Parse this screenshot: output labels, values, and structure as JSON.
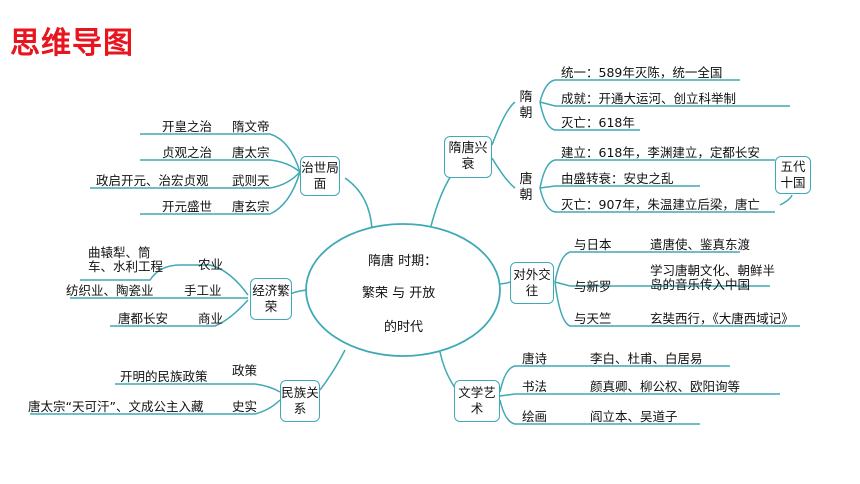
{
  "title": "思维导图",
  "center": {
    "line1": "隋唐 时期：",
    "line2": "繁荣 与 开放",
    "line3": "的时代"
  },
  "zhishi": {
    "label": "治世局面",
    "items": [
      {
        "name": "开皇之治",
        "ruler": "隋文帝"
      },
      {
        "name": "贞观之治",
        "ruler": "唐太宗"
      },
      {
        "name": "政启开元、治宏贞观",
        "ruler": "武则天"
      },
      {
        "name": "开元盛世",
        "ruler": "唐玄宗"
      }
    ]
  },
  "suitang": {
    "label": "隋唐兴衰",
    "sui_label": "隋朝",
    "sui_items": [
      "统一：589年灭陈，统一全国",
      "成就：开通大运河、创立科举制",
      "灭亡：618年"
    ],
    "tang_label": "唐朝",
    "tang_items": [
      "建立：618年，李渊建立，定都长安",
      "由盛转衰：安史之乱",
      "灭亡：907年，朱温建立后梁，唐亡"
    ],
    "wudai": "五代十国"
  },
  "jingji": {
    "label": "经济繁荣",
    "items": [
      {
        "detail": "曲辕犁、筒车、水利工程",
        "sector": "农业"
      },
      {
        "detail": "纺织业、陶瓷业",
        "sector": "手工业"
      },
      {
        "detail": "唐都长安",
        "sector": "商业"
      }
    ]
  },
  "duiwai": {
    "label": "对外交往",
    "items": [
      {
        "target": "与日本",
        "detail": "遣唐使、鉴真东渡"
      },
      {
        "target": "与新罗",
        "detail": "学习唐朝文化、朝鲜半岛的音乐传入中国"
      },
      {
        "target": "与天竺",
        "detail": "玄奘西行，《大唐西域记》"
      }
    ]
  },
  "minzu": {
    "label": "民族关系",
    "items": [
      {
        "detail": "开明的民族政策",
        "type": "政策"
      },
      {
        "detail": "唐太宗“天可汗”、文成公主入藏",
        "type": "史实"
      }
    ]
  },
  "wenxue": {
    "label": "文学艺术",
    "items": [
      {
        "type": "唐诗",
        "names": "李白、杜甫、白居易"
      },
      {
        "type": "书法",
        "names": "颜真卿、柳公权、欧阳询等"
      },
      {
        "type": "绘画",
        "names": "阎立本、吴道子"
      }
    ]
  },
  "colors": {
    "line": "#3fa9b6",
    "title": "#e8141e"
  }
}
